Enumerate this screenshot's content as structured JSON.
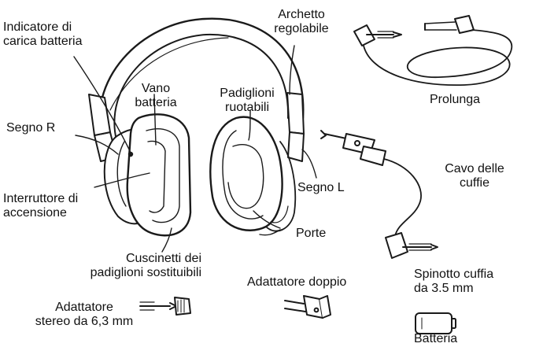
{
  "labels": {
    "battery_indicator": [
      "Indicatore di",
      "carica batteria"
    ],
    "headband": [
      "Archetto",
      "regolabile"
    ],
    "battery_compartment": [
      "Vano",
      "batteria"
    ],
    "rotating_earcups": [
      "Padiglioni",
      "ruotabili"
    ],
    "r_mark": "Segno R",
    "l_mark": "Segno L",
    "power_switch": [
      "Interruttore di",
      "accensione"
    ],
    "ports": "Porte",
    "ear_cushions": [
      "Cuscinetti dei",
      "padiglioni sostituibili"
    ],
    "extension_cable": "Prolunga",
    "headphone_cable": [
      "Cavo delle",
      "cuffie"
    ],
    "plug": [
      "Spinotto cuffia",
      "da 3.5 mm"
    ],
    "dual_adapter": "Adattatore doppio",
    "stereo_adapter": [
      "Adattatore",
      "stereo da 6,3 mm"
    ],
    "battery": "Batteria"
  }
}
